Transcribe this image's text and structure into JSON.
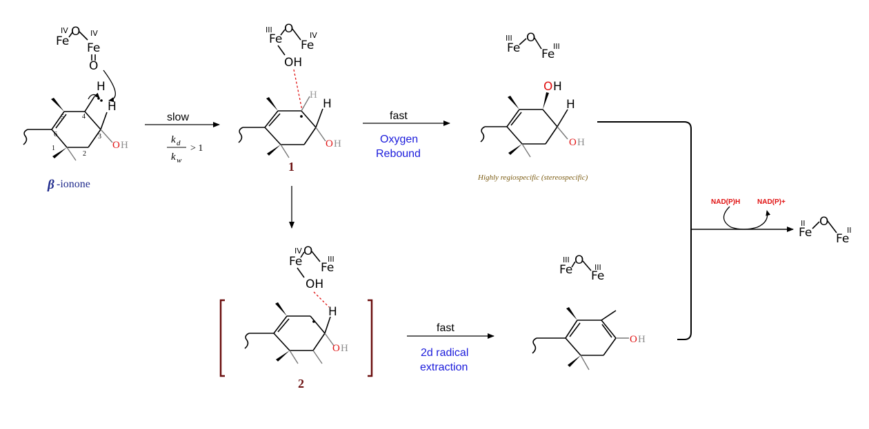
{
  "oxidation_states": {
    "II": "II",
    "III": "III",
    "IV": "IV"
  },
  "atoms": {
    "Fe": "Fe",
    "O": "O",
    "OH": "OH",
    "H": "H"
  },
  "ring_numbers": {
    "n1": "1",
    "n2": "2",
    "n3": "3",
    "n4": "4",
    "n5": "5",
    "n6": "6"
  },
  "substrate": {
    "beta": "β",
    "name": "-ionone"
  },
  "step_slow": {
    "label": "slow",
    "kd_k": "k",
    "kd_sub": "d",
    "kw_k": "k",
    "kw_sub": "w",
    "comparison": "> 1"
  },
  "step_fast_1": {
    "label": "fast",
    "line1": "Oxygen",
    "line2": "Rebound"
  },
  "step_fast_2": {
    "label": "fast",
    "line1": "2d radical",
    "line2": "extraction"
  },
  "compound_labels": {
    "c1": "1",
    "c2": "2"
  },
  "note": "Highly regiospecific (stereospecific)",
  "cofactor": {
    "reduced": "NAD(P)H",
    "oxidized": "NAD(P)+"
  },
  "colors": {
    "hydroxyl_red": "#e01010",
    "h_gray": "#8c8c8c",
    "blue_text": "#1a1adb",
    "bracket": "#6b0f0f",
    "note_brown": "#7a5a10"
  }
}
